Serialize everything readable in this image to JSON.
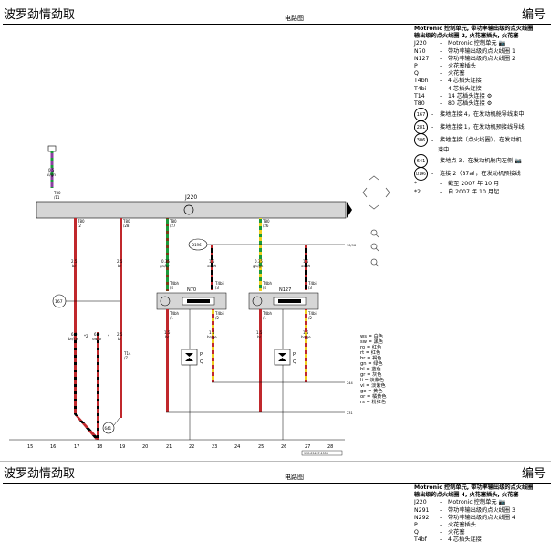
{
  "page1": {
    "title": "波罗劲情劲取",
    "center": "电路图",
    "right": "编号",
    "legend_title_1": "Motronic 控制单元, 带功率输出级的点火线圈",
    "legend_title_2": "输出级的点火线圈 2, 火花塞插头, 火花塞",
    "items": [
      {
        "code": "J220",
        "text": "Motronic 控制单元 📷"
      },
      {
        "code": "N70",
        "text": "带功率输出级的点火线圈 1"
      },
      {
        "code": "N127",
        "text": "带功率输出级的点火线圈 2"
      },
      {
        "code": "P",
        "text": "火花塞插头"
      },
      {
        "code": "Q",
        "text": "火花塞"
      },
      {
        "code": "T4bh",
        "text": "4 芯插头连接"
      },
      {
        "code": "T4bi",
        "text": "4 芯插头连接"
      },
      {
        "code": "T14",
        "text": "14 芯插头连接 ⚙"
      },
      {
        "code": "T80",
        "text": "80 芯插头连接 ⚙"
      }
    ],
    "circle_items": [
      {
        "id": "167",
        "text": "接地连接 4，在发动机舱导线束中"
      },
      {
        "id": "281",
        "text": "接地连接 1，在发动机预接线导线"
      },
      {
        "id": "306",
        "text": "接地连接（点火线圈），在发动机"
      },
      {
        "id": "",
        "text": "束中"
      },
      {
        "id": "641",
        "text": "接地点 3，在发动机舱内左侧 📷"
      },
      {
        "id": "D196",
        "text": "连接 2（87a），在发动机预接线"
      }
    ],
    "notes": [
      {
        "code": "*",
        "text": "截至 2007 年 10 月"
      },
      {
        "code": "*2",
        "text": "自 2007 年 10 月起"
      }
    ]
  },
  "page2": {
    "title": "波罗劲情劲取",
    "center": "电路图",
    "right": "编号",
    "legend_title_1": "Motronic 控制单元, 带功率输出级的点火线圈",
    "legend_title_2": "输出级的点火线圈 4, 火花塞插头, 火花塞",
    "items": [
      {
        "code": "J220",
        "text": "Motronic 控制单元 📷"
      },
      {
        "code": "N291",
        "text": "带功率输出级的点火线圈 3"
      },
      {
        "code": "N292",
        "text": "带功率输出级的点火线圈 4"
      },
      {
        "code": "P",
        "text": "火花塞插头"
      },
      {
        "code": "Q",
        "text": "火花塞"
      },
      {
        "code": "T4bf",
        "text": "4 芯插头连接"
      }
    ]
  },
  "colors": [
    "ws = 白色",
    "sw = 黑色",
    "ro = 红色",
    "rt = 红色",
    "br = 褐色",
    "gn = 绿色",
    "bl = 蓝色",
    "gr = 灰色",
    "li = 淡紫色",
    "vi = 淡紫色",
    "ge = 黄色",
    "or = 橘黄色",
    "rs = 粉红色"
  ],
  "diagram": {
    "ecu": "J220",
    "bottom_numbers": [
      "15",
      "16",
      "17",
      "18",
      "19",
      "20",
      "21",
      "22",
      "23",
      "24",
      "25",
      "26",
      "27",
      "28"
    ],
    "ref_code": "97C-05437-1556",
    "labels": {
      "t80_1": "T80",
      "t80_1n": "/2",
      "t80_2": "T80",
      "t80_2n": "/28",
      "t80_3": "T80",
      "t80_3n": "/27",
      "t80_4": "T80",
      "t80_4n": "/26",
      "t80_left": "T80",
      "t80_leftn": "/11",
      "w1a": "2.5",
      "w1b": "br",
      "w2a": "2.5",
      "w2b": "br",
      "w3a": "0.35",
      "w3b": "gn/br",
      "w4a": "1.5",
      "w4b": "sw/rt",
      "w5a": "0.35",
      "w5b": "gn/ge",
      "w6a": "1.5",
      "w6b": "sw/rt",
      "wl1": "0.5",
      "wl2": "vi/gn",
      "d196": "D196",
      "n70": "N70",
      "n127": "N127",
      "t4bh1": "T4bh",
      "t4bh1n": "/4",
      "t4bi1": "T4bi",
      "t4bi1n": "/3",
      "t4bh2": "T4bh",
      "t4bh2n": "/4",
      "t4bi2": "T4bi",
      "t4bi2n": "/3",
      "t4bhb1": "T4bh",
      "t4bhb1n": "/1",
      "t4bib1": "T4bi",
      "t4bib1n": "/2",
      "t4bhb2": "T4bh",
      "t4bhb2n": "/1",
      "t4bib2": "T4bi",
      "t4bib2n": "/2",
      "g167": "167",
      "g641": "641",
      "w7a": "6.0",
      "w7b": "br/sw",
      "star2": "*2",
      "w8a": "6.0",
      "w8b": "sw/br",
      "star": "*",
      "w9a": "2.5",
      "w9b": "br",
      "w10a": "1.5",
      "w10b": "br",
      "w11a": "1.5",
      "w11b": "br/ge",
      "w12a": "1.5",
      "w12b": "br",
      "w13a": "1.5",
      "w13b": "br/ge",
      "t14": "T14",
      "t14n": "/7",
      "p1": "P",
      "q1": "Q",
      "p2": "P",
      "q2": "Q",
      "ref_top": "10/96",
      "ref_mid": "244",
      "ref_bot": "231"
    }
  }
}
